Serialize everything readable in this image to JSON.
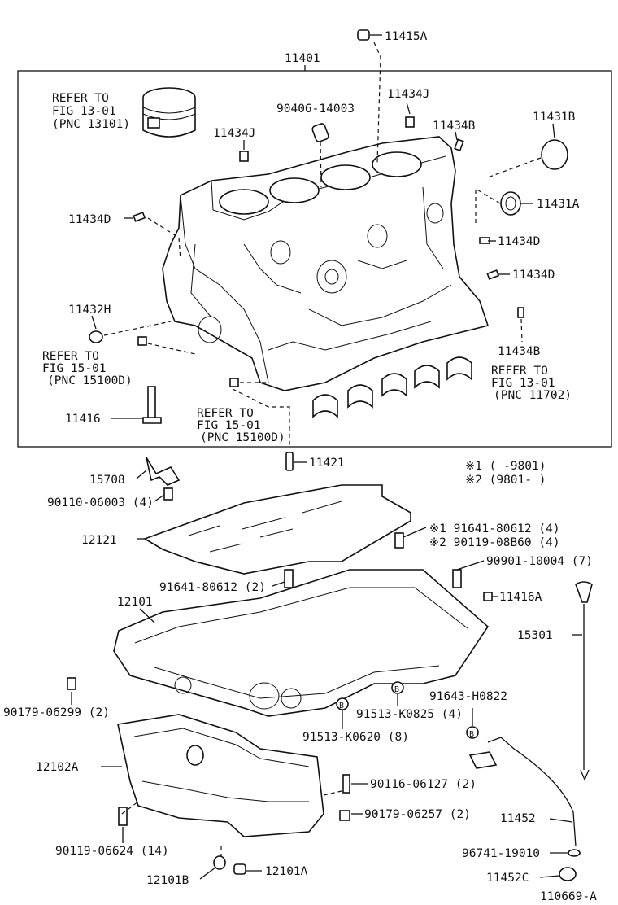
{
  "labels": {
    "l11415A": "11415A",
    "l11401": "11401",
    "refer1_a": "REFER TO",
    "refer1_b": "FIG 13-01",
    "refer1_c": "(PNC 13101)",
    "l90406": "90406-14003",
    "l11434J_top": "11434J",
    "l11434J_left": "11434J",
    "l11434B_top": "11434B",
    "l11431B": "11431B",
    "l11431A": "11431A",
    "l11434D_left": "11434D",
    "l11434D_r1": "11434D",
    "l11434D_r2": "11434D",
    "l11432H": "11432H",
    "refer2_a": "REFER TO",
    "refer2_b": "FIG 15-01",
    "refer2_c": "(PNC 15100D)",
    "l11434B_right": "11434B",
    "refer3_a": "REFER TO",
    "refer3_b": "FIG 13-01",
    "refer3_c": "(PNC 11702)",
    "l11416": "11416",
    "refer4_a": "REFER TO",
    "refer4_b": "FIG 15-01",
    "refer4_c": "(PNC 15100D)",
    "l11421": "11421",
    "note1": "※1 (      -9801)",
    "note2": "※2 (9801-      )",
    "l15708": "15708",
    "l90110": "90110-06003 (4)",
    "l12121": "12121",
    "l91641_r": "※1 91641-80612 (4)",
    "l90119_08": "※2 90119-08B60 (4)",
    "l90901": "90901-10004 (7)",
    "l91641_c": "91641-80612 (2)",
    "l12101": "12101",
    "l11416A": "11416A",
    "l15301": "15301",
    "l90179_06299": "90179-06299 (2)",
    "l91643": "91643-H0822",
    "l91513_0825": "91513-K0825 (4)",
    "l91513_0620": "91513-K0620 (8)",
    "l12102A": "12102A",
    "l90116": "90116-06127 (2)",
    "l90179_06257": "90179-06257 (2)",
    "l11452": "11452",
    "l90119_06624": "90119-06624 (14)",
    "l96741": "96741-19010",
    "l12101B": "12101B",
    "l12101A": "12101A",
    "l11452C": "11452C",
    "fig_id": "110669-A",
    "marker_b": "B"
  }
}
